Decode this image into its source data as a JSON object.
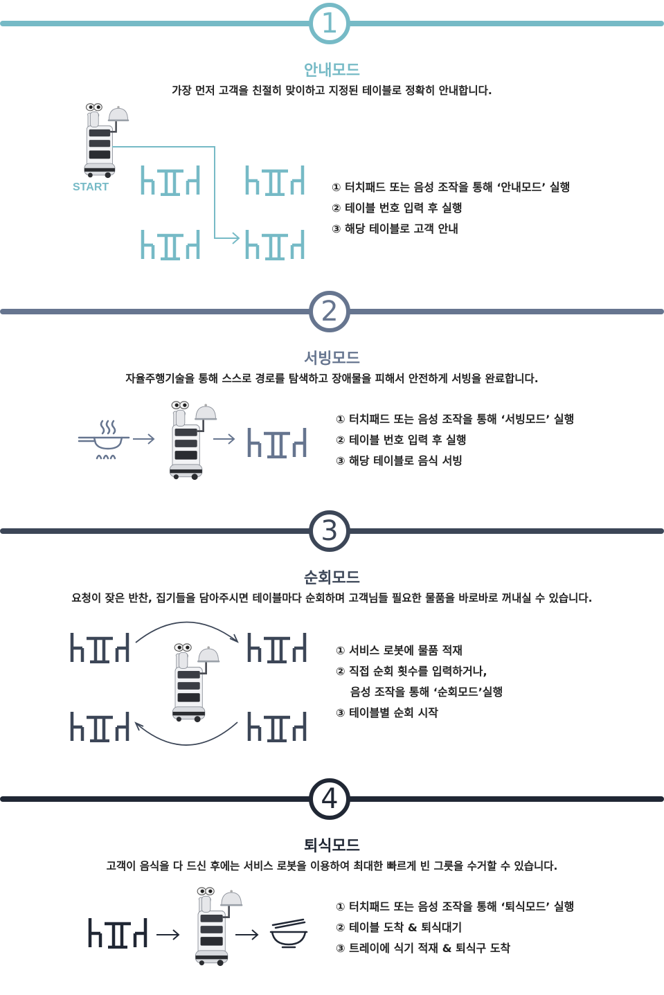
{
  "colors": {
    "mode1": "#76bac6",
    "mode2": "#66758f",
    "mode3": "#3c4657",
    "mode4": "#202734"
  },
  "modes": [
    {
      "number": "1",
      "title": "안내모드",
      "description": "가장 먼저 고객을 친절히 맞이하고 지정된 테이블로 정확히 안내합니다.",
      "start_label": "START",
      "steps": [
        "① 터치패드 또는 음성 조작을 통해 ‘안내모드’ 실행",
        "② 테이블 번호 입력 후 실행",
        "③ 해당 테이블로 고객 안내"
      ]
    },
    {
      "number": "2",
      "title": "서빙모드",
      "description": "자율주행기술을 통해 스스로 경로를 탐색하고 장애물을 피해서 안전하게 서빙을 완료합니다.",
      "steps": [
        "① 터치패드 또는 음성 조작을 통해 ‘서빙모드’ 실행",
        "② 테이블 번호 입력 후 실행",
        "③ 해당 테이블로 음식 서빙"
      ]
    },
    {
      "number": "3",
      "title": "순회모드",
      "description": "요청이 잦은 반찬, 집기들을 담아주시면 테이블마다 순회하며 고객님들 필요한 물품을 바로바로 꺼내실 수 있습니다.",
      "steps": [
        "① 서비스 로봇에 물품 적재",
        "② 직접 순회 횟수를 입력하거나,",
        "음성 조작을 통해 ‘순회모드’실행",
        "③ 테이블별 순회 시작"
      ]
    },
    {
      "number": "4",
      "title": "퇴식모드",
      "description": "고객이 음식을 다 드신 후에는 서비스 로봇을 이용하여 최대한 빠르게 빈 그릇을 수거할 수 있습니다.",
      "steps": [
        "① 터치패드 또는 음성 조작을 통해 ‘퇴식모드’ 실행",
        "② 테이블 도착 & 퇴식대기",
        "③ 트레이에 식기 적재 & 퇴식구 도착"
      ]
    }
  ],
  "icons": {
    "robot": "serving-robot-icon",
    "table": "table-with-chairs-icon",
    "pan": "frying-pan-on-stove-icon",
    "bowl": "empty-bowl-icon",
    "arrow": "arrow-right-icon"
  }
}
